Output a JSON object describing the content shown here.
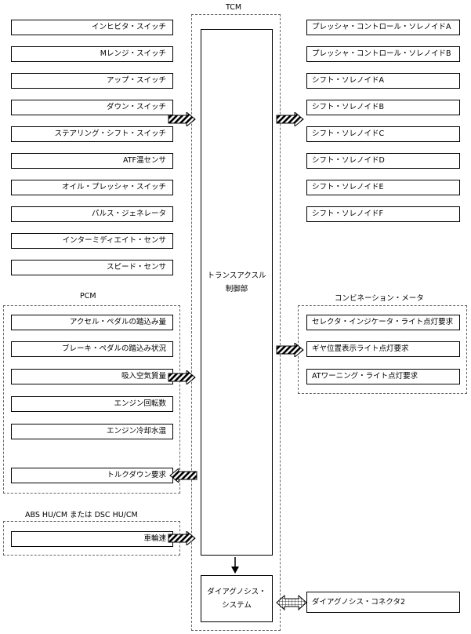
{
  "tcm": {
    "title": "TCM",
    "controller_line1": "トランスアクスル",
    "controller_line2": "制御部",
    "diag_line1": "ダイアグノシス・",
    "diag_line2": "システム"
  },
  "inputs": [
    "インヒビタ・スイッチ",
    "Mレンジ・スイッチ",
    "アップ・スイッチ",
    "ダウン・スイッチ",
    "ステアリング・シフト・スイッチ",
    "ATF温センサ",
    "オイル・プレッシャ・スイッチ",
    "パルス・ジェネレータ",
    "インターミディエイト・センサ",
    "スピード・センサ"
  ],
  "pcm": {
    "title": "PCM",
    "inputs": [
      "アクセル・ペダルの踏込み量",
      "ブレーキ・ペダルの踏込み状況",
      "吸入空気質量",
      "エンジン回転数",
      "エンジン冷却水温"
    ],
    "output": "トルクダウン要求"
  },
  "abs": {
    "title": "ABS HU/CM または DSC HU/CM",
    "item": "車輪速"
  },
  "outputs": [
    "プレッシャ・コントロール・ソレノイドA",
    "プレッシャ・コントロール・ソレノイドB",
    "シフト・ソレノイドA",
    "シフト・ソレノイドB",
    "シフト・ソレノイドC",
    "シフト・ソレノイドD",
    "シフト・ソレノイドE",
    "シフト・ソレノイドF"
  ],
  "meter": {
    "title": "コンビネーション・メータ",
    "items": [
      "セレクタ・インジケータ・ライト点灯要求",
      "ギヤ位置表示ライト点灯要求",
      "ATワーニング・ライト点灯要求"
    ]
  },
  "diag_connector": "ダイアグノシス・コネクタ2"
}
